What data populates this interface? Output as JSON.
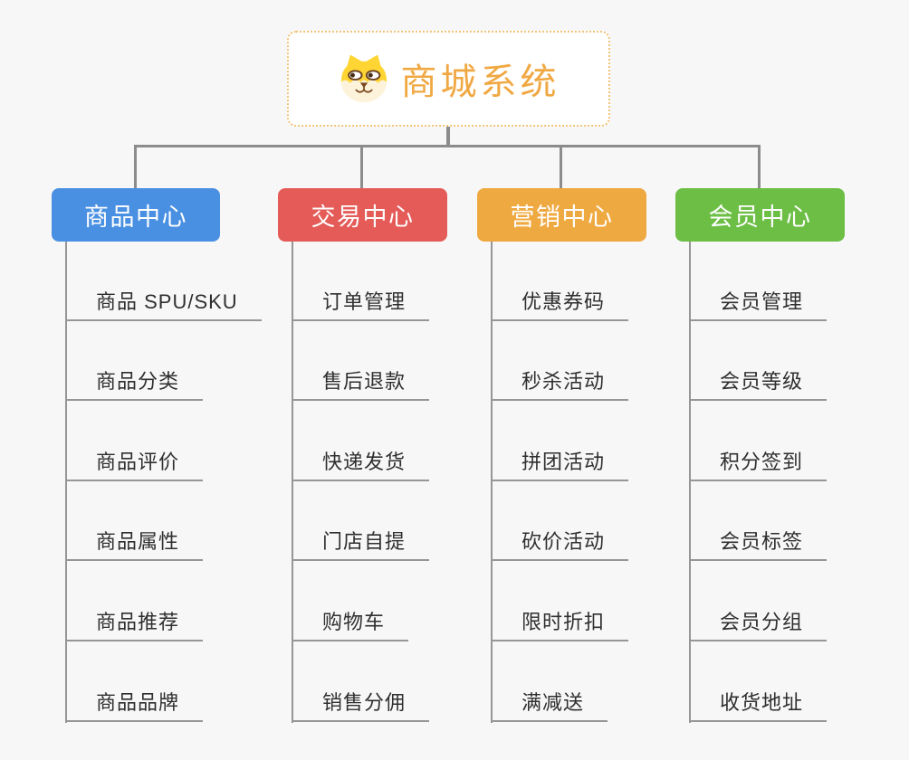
{
  "root": {
    "label": "商城系统",
    "icon": "dog-face-icon",
    "text_color": "#F0A843",
    "border_color": "#F3C377"
  },
  "branches": [
    {
      "label": "商品中心",
      "color": "#4A90E2",
      "children": [
        "商品 SPU/SKU",
        "商品分类",
        "商品评价",
        "商品属性",
        "商品推荐",
        "商品品牌"
      ]
    },
    {
      "label": "交易中心",
      "color": "#E45B58",
      "children": [
        "订单管理",
        "售后退款",
        "快递发货",
        "门店自提",
        "购物车",
        "销售分佣"
      ]
    },
    {
      "label": "营销中心",
      "color": "#EFA941",
      "children": [
        "优惠券码",
        "秒杀活动",
        "拼团活动",
        "砍价活动",
        "限时折扣",
        "满减送"
      ]
    },
    {
      "label": "会员中心",
      "color": "#6CBE45",
      "children": [
        "会员管理",
        "会员等级",
        "积分签到",
        "会员标签",
        "会员分组",
        "收货地址"
      ]
    }
  ],
  "colors": {
    "connector": "#8C8C8C",
    "sub_underline": "#969696",
    "sub_text": "#2F2F2F",
    "background": "#F7F7F7"
  }
}
